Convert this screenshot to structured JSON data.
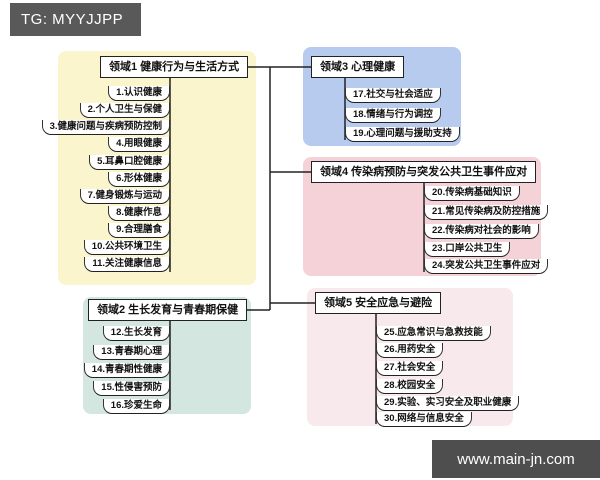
{
  "header": {
    "tag": "TG: MYYJJPP"
  },
  "watermark": {
    "site": "www.main-jn.com"
  },
  "diagram": {
    "type": "mindmap-tree",
    "domains": [
      {
        "title": "领域1 健康行为与生活方式",
        "bg_color": "#fbf5cd",
        "items": [
          "1.认识健康",
          "2.个人卫生与保健",
          "3.健康问题与疾病预防控制",
          "4.用眼健康",
          "5.耳鼻口腔健康",
          "6.形体健康",
          "7.健身锻炼与运动",
          "8.健康作息",
          "9.合理膳食",
          "10.公共环境卫生",
          "11.关注健康信息"
        ]
      },
      {
        "title": "领域2 生长发育与青春期保健",
        "bg_color": "#d3e6e0",
        "items": [
          "12.生长发育",
          "13.青春期心理",
          "14.青春期性健康",
          "15.性侵害预防",
          "16.珍爱生命"
        ]
      },
      {
        "title": "领域3 心理健康",
        "bg_color": "#b7cbef",
        "items": [
          "17.社交与社会适应",
          "18.情绪与行为调控",
          "19.心理问题与援助支持"
        ]
      },
      {
        "title": "领域4 传染病预防与突发公共卫生事件应对",
        "bg_color": "#f5d2d8",
        "items": [
          "20.传染病基础知识",
          "21.常见传染病及防控措施",
          "22.传染病对社会的影响",
          "23.口岸公共卫生",
          "24.突发公共卫生事件应对"
        ]
      },
      {
        "title": "领域5 安全应急与避险",
        "bg_color": "#f8eaec",
        "items": [
          "25.应急常识与急救技能",
          "26.用药安全",
          "27.社会安全",
          "28.校园安全",
          "29.实验、实习安全及职业健康",
          "30.网络与信息安全"
        ]
      }
    ],
    "line_color": "#222222",
    "bar_color": "#595959"
  }
}
